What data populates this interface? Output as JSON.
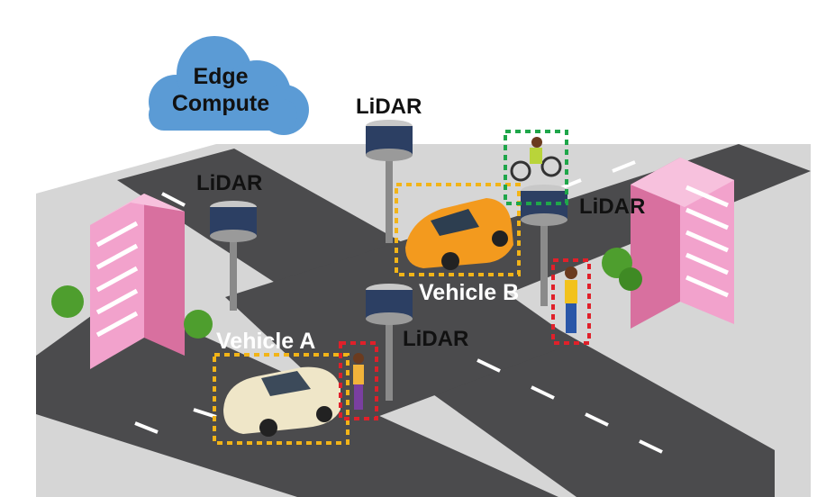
{
  "cloud": {
    "line1": "Edge",
    "line2": "Compute",
    "color": "#5b9bd5"
  },
  "labels": {
    "lidar_top": "LiDAR",
    "lidar_left": "LiDAR",
    "lidar_right": "LiDAR",
    "lidar_center": "LiDAR",
    "vehicle_a": "Vehicle A",
    "vehicle_b": "Vehicle B"
  },
  "colors": {
    "road": "#4a4a4c",
    "sidewalk": "#d4d4d4",
    "building": "#e98ac0",
    "vehicle_box": "#f2b418",
    "pedestrian_box": "#e0202a",
    "cyclist_box": "#1fa64a",
    "car_a": "#efe6c8",
    "car_b": "#f39a1e"
  }
}
